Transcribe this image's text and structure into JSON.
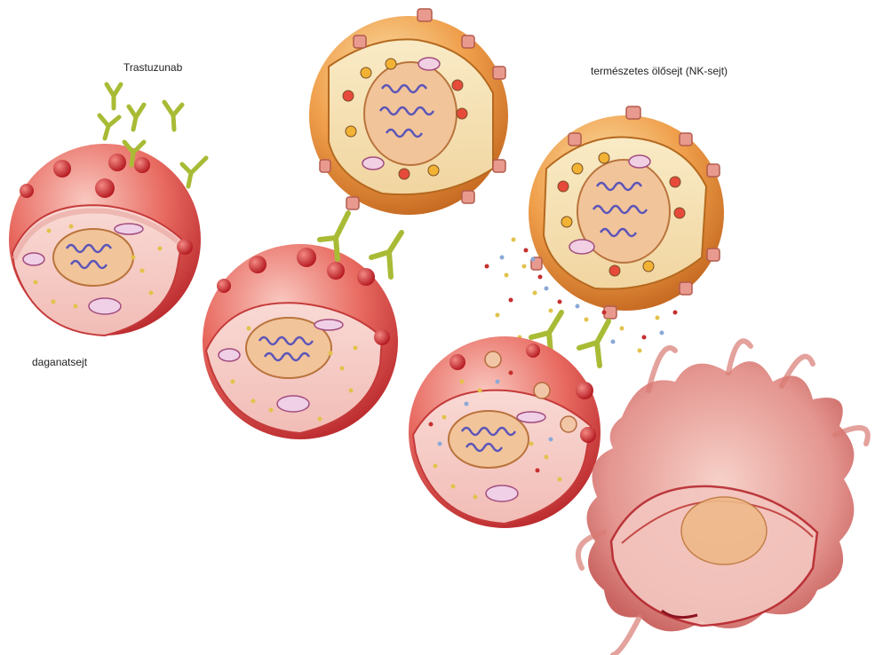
{
  "labels": {
    "trastuzumab": "Trastuzunab",
    "nk_cell": "természetes ölősejt (NK-sejt)",
    "tumor_cell": "daganatsejt"
  },
  "colors": {
    "tumor_light": "#f6b5ad",
    "tumor_mid": "#e45a52",
    "tumor_dark": "#b51f24",
    "cytoplasm": "#f7d6d2",
    "nucleus": "#f2c49a",
    "nk_light": "#f8cf8e",
    "nk_mid": "#ec9a45",
    "nk_dark": "#c0651f",
    "nk_cytoplasm": "#f6e3b4",
    "antibody": "#b9c93c",
    "antibody_dark": "#6f7f18",
    "dna": "#5b55b8",
    "receptor": "#e08a7e"
  }
}
